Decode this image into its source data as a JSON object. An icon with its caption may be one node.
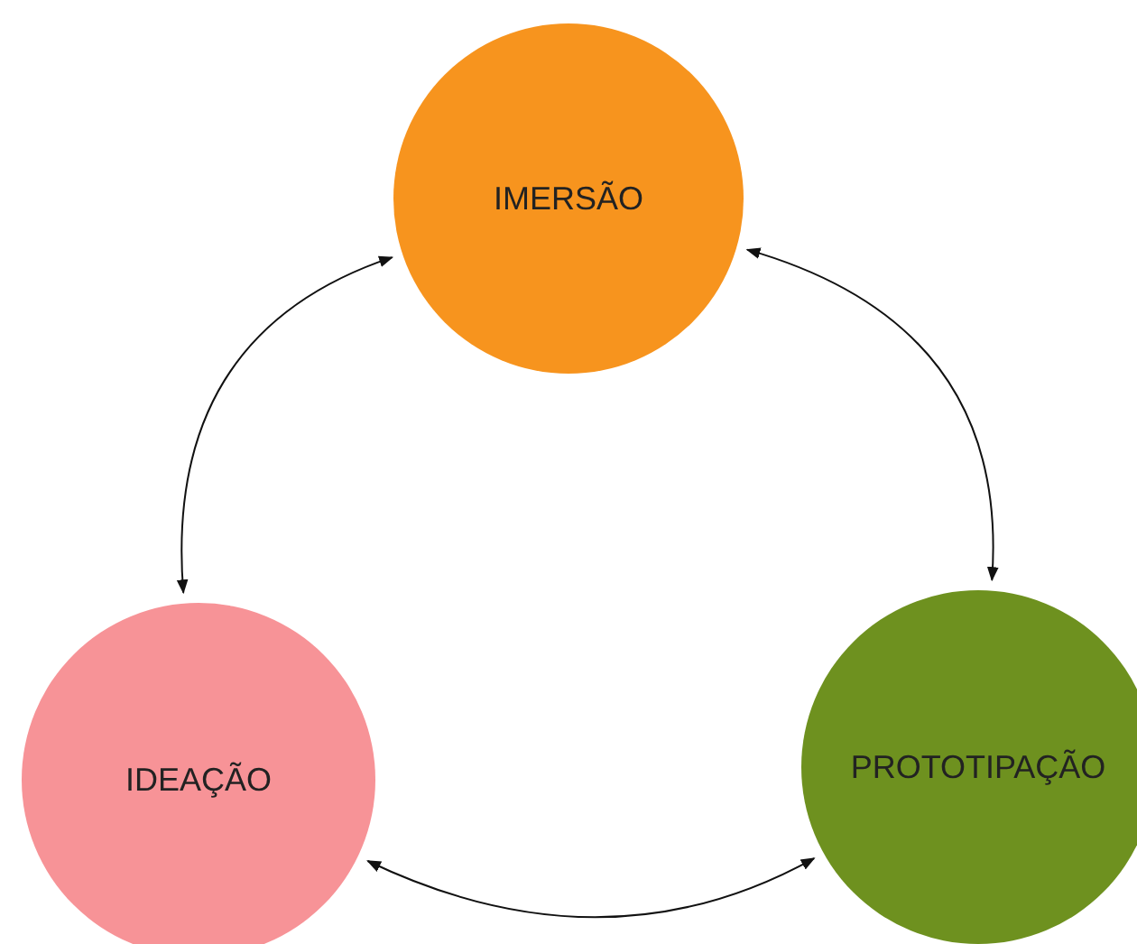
{
  "diagram": {
    "nodes": [
      {
        "text": [
          "IMERSÃO"
        ]
      },
      {
        "text": [
          "IDEAÇÃO"
        ]
      },
      {
        "text": [
          "PROTOTIPAÇÃO"
        ]
      }
    ],
    "edges": [
      {
        "from": 0,
        "to": 1,
        "arrow": "both"
      },
      {
        "from": 0,
        "to": 2,
        "arrow": "both"
      },
      {
        "from": 1,
        "to": 2,
        "arrow": "both"
      }
    ]
  }
}
